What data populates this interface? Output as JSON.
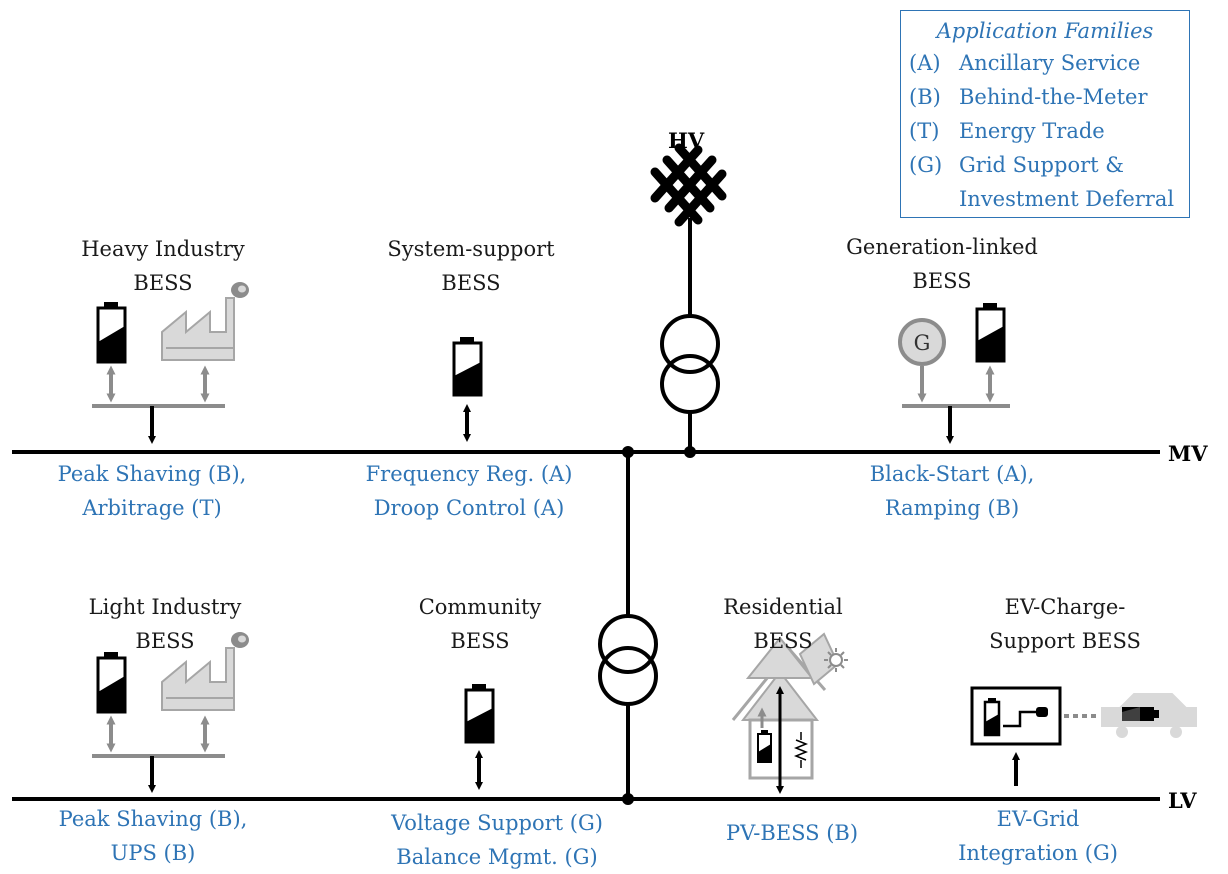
{
  "legend": {
    "title": "Application Families",
    "items": [
      {
        "code": "(A)",
        "label": "Ancillary Service"
      },
      {
        "code": "(B)",
        "label": "Behind-the-Meter"
      },
      {
        "code": "(T)",
        "label": "Energy Trade"
      },
      {
        "code": "(G)",
        "label": "Grid Support &"
      }
    ],
    "item4_cont": "Investment Deferral"
  },
  "buses": {
    "hv": "HV",
    "mv": "MV",
    "lv": "LV"
  },
  "generator_symbol": "G",
  "units": {
    "heavy_industry": {
      "line1": "Heavy Industry",
      "line2": "BESS",
      "app1": "Peak Shaving (B),",
      "app2": "Arbitrage (T)"
    },
    "system_support": {
      "line1": "System-support",
      "line2": "BESS",
      "app1": "Frequency Reg. (A)",
      "app2": "Droop Control (A)"
    },
    "generation_linked": {
      "line1": "Generation-linked",
      "line2": "BESS",
      "app1": "Black-Start (A),",
      "app2": "Ramping (B)"
    },
    "light_industry": {
      "line1": "Light Industry",
      "line2": "BESS",
      "app1": "Peak Shaving (B),",
      "app2": "UPS (B)"
    },
    "community": {
      "line1": "Community",
      "line2": "BESS",
      "app1": "Voltage Support (G)",
      "app2": "Balance Mgmt. (G)"
    },
    "residential": {
      "line1": "Residential",
      "line2": "BESS",
      "app1": "PV-BESS (B)"
    },
    "ev_charge": {
      "line1": "EV-Charge-",
      "line2": "Support BESS",
      "app1": "EV-Grid",
      "app2": "Integration (G)"
    }
  },
  "colors": {
    "application_text": "#2e74b5",
    "line": "#000000",
    "gray": "#8c8c8c",
    "light_gray": "#d9d9d9"
  }
}
